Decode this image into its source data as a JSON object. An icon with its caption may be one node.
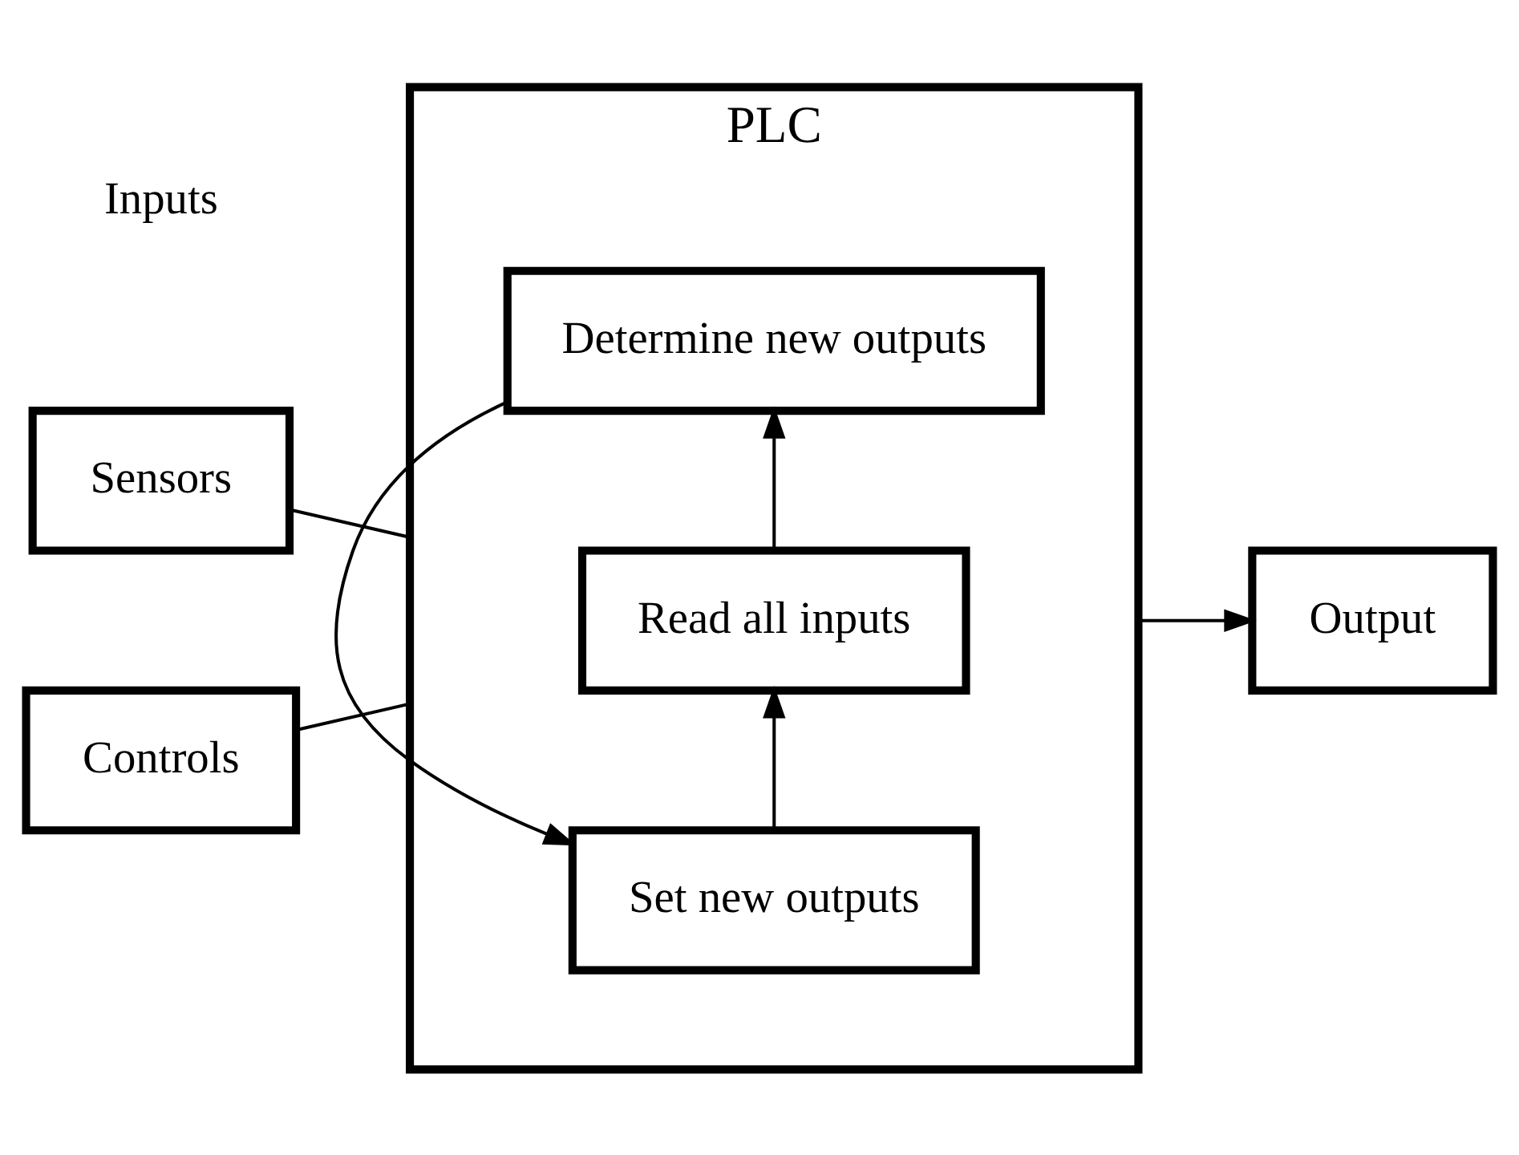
{
  "diagram": {
    "nodes": [
      {
        "text": [
          "PLC"
        ]
      },
      {
        "text": [
          "Read all inputs"
        ],
        "in": 0
      },
      {
        "text": [
          "Determine new outputs"
        ],
        "in": 0
      },
      {
        "text": [
          "Set new outputs"
        ],
        "in": 0
      },
      {
        "text": [
          "Sensors"
        ]
      },
      {
        "text": [
          "Controls"
        ]
      },
      {
        "text": [
          "Output"
        ]
      }
    ],
    "edges": [
      {
        "from": 4,
        "to": 0,
        "arrow": "none"
      },
      {
        "from": 5,
        "to": 0,
        "arrow": "none"
      },
      {
        "from": 1,
        "to": 2,
        "arrow": "to"
      },
      {
        "from": 2,
        "to": 3,
        "arrow": "to"
      },
      {
        "from": 3,
        "to": 1,
        "arrow": "to"
      },
      {
        "from": 0,
        "to": 6,
        "arrow": "to"
      }
    ],
    "labels": [
      "Inputs"
    ]
  }
}
